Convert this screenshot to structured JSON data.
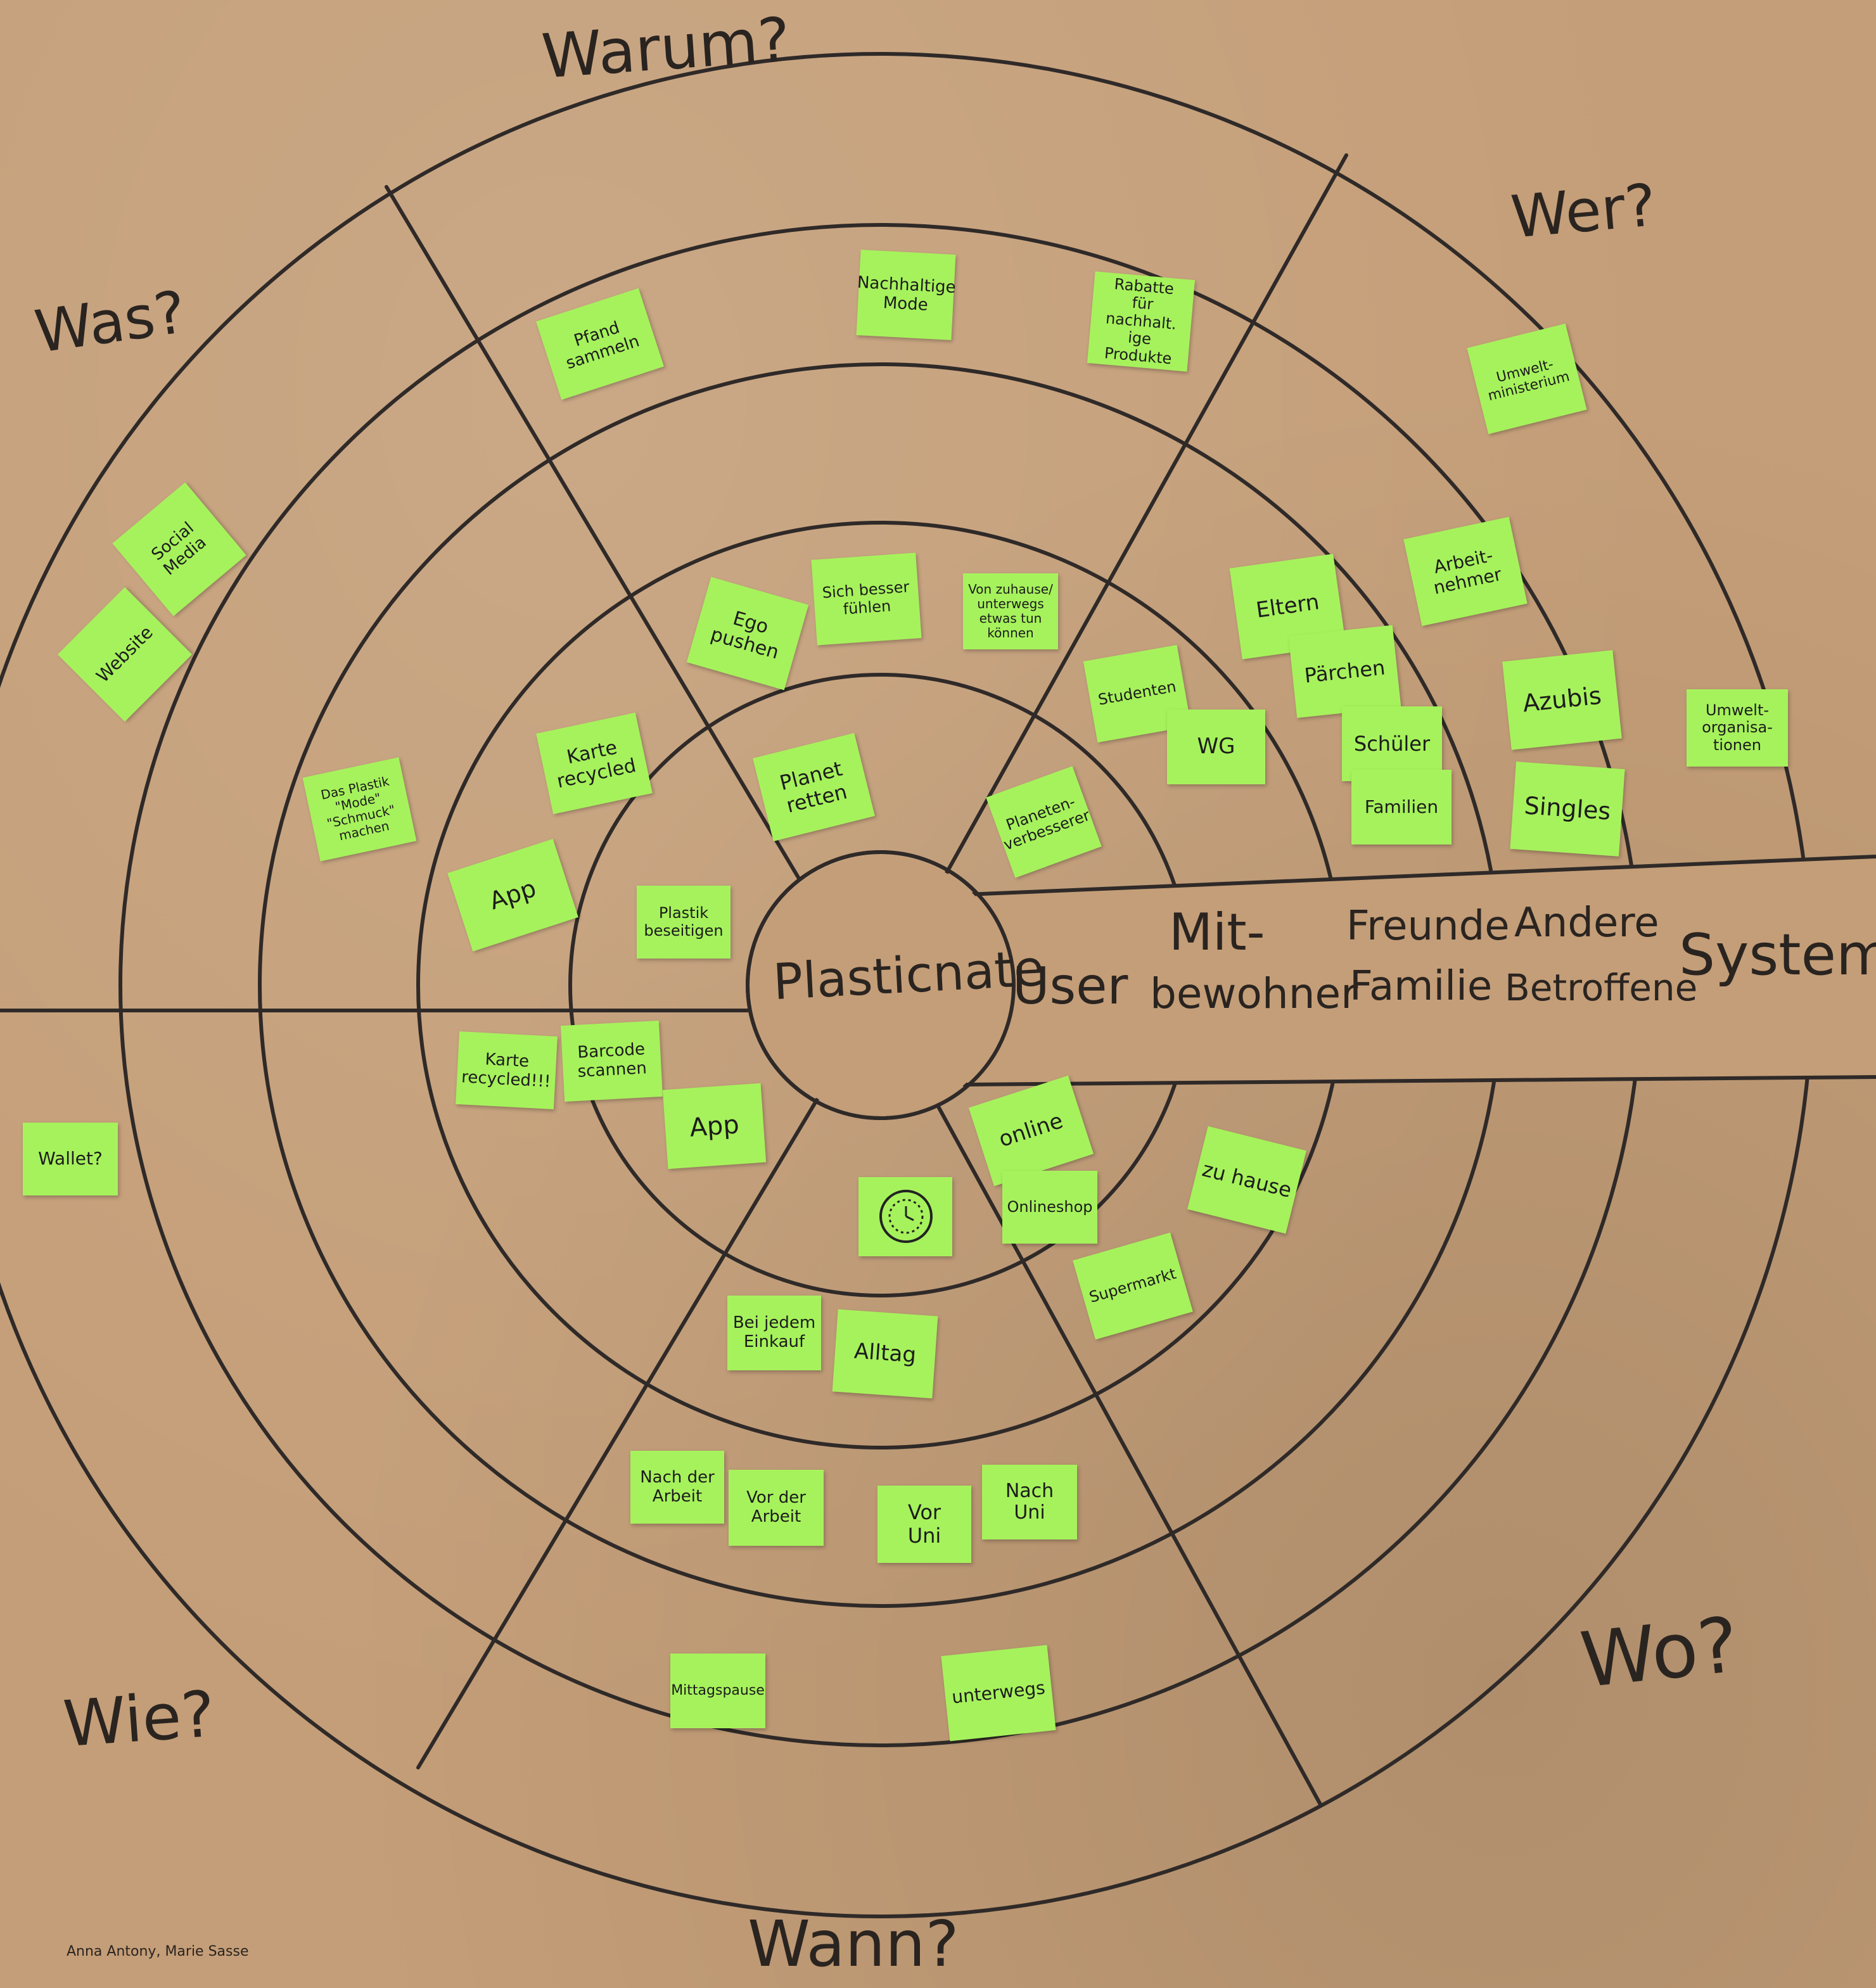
{
  "title": "Plasticnate",
  "questions": {
    "warum": "Warum?",
    "wer": "Wer?",
    "was": "Was?",
    "wo": "Wo?",
    "wie": "Wie?",
    "wann": "Wann?"
  },
  "stakeholder_band": {
    "user": "User",
    "mitbewohner_line1": "Mit-",
    "mitbewohner_line2": "bewohner",
    "freunde": "Freunde",
    "familie": "Familie",
    "andere": "Andere",
    "betroffene": "Betroffene",
    "system": "System"
  },
  "authors": "Anna Antony, Marie Sasse",
  "notes": {
    "pfandsammeln": "Pfand\nsammeln",
    "nachhaltige_mode": "Nachhaltige\nMode",
    "rabatte": "Rabatte\nfür nachhalt.\nige Produkte",
    "umweltministerium": "Umwelt-\nministerium",
    "social_media": "Social\nMedia",
    "website": "Website",
    "ego_pushen": "Ego\npushen",
    "sich_besser_fuehlen": "Sich besser\nfühlen",
    "von_zuhause": "Von zuhause/\nunterwegs\netwas tun\nkönnen",
    "eltern": "Eltern",
    "arbeitnehmer": "Arbeit-\nnehmer",
    "studenten": "Studenten",
    "paerchen": "Pärchen",
    "wg": "WG",
    "schueler": "Schüler",
    "azubis": "Azubis",
    "umweltorganisationen": "Umwelt-\norganisa-\ntionen",
    "familien": "Familien",
    "singles": "Singles",
    "karte_recycled_top": "Karte\nrecycled",
    "planet_retten": "Planet\nretten",
    "planeten_verbesserer": "Planeten-\nverbesserer",
    "plastik_mode": "Das Plastik\n\"Mode\"\n\"Schmuck\"\nmachen",
    "app_top": "App",
    "plastik_beseitigen": "Plastik\nbeseitigen",
    "karte_recycled_bottom": "Karte\nrecycled!!!",
    "barcode_scannen": "Barcode\nscannen",
    "app_bottom": "App",
    "wallet": "Wallet?",
    "online": "online",
    "onlineshop": "Onlineshop",
    "zu_hause": "zu hause",
    "supermarkt": "Supermarkt",
    "bei_jedem_einkauf": "Bei jedem\nEinkauf",
    "alltag": "Alltag",
    "nach_der_arbeit": "Nach der\nArbeit",
    "vor_der_arbeit": "Vor der\nArbeit",
    "vor_uni": "Vor\nUni",
    "nach_uni": "Nach\nUni",
    "mittagspause": "Mittagspause",
    "unterwegs": "unterwegs"
  },
  "colors": {
    "paper": "#c49e78",
    "sticky": "#a6f25c",
    "ink": "#2a2420",
    "background": "#1d3f8f"
  },
  "icons": {
    "clock_sticker": "clock-icon"
  }
}
